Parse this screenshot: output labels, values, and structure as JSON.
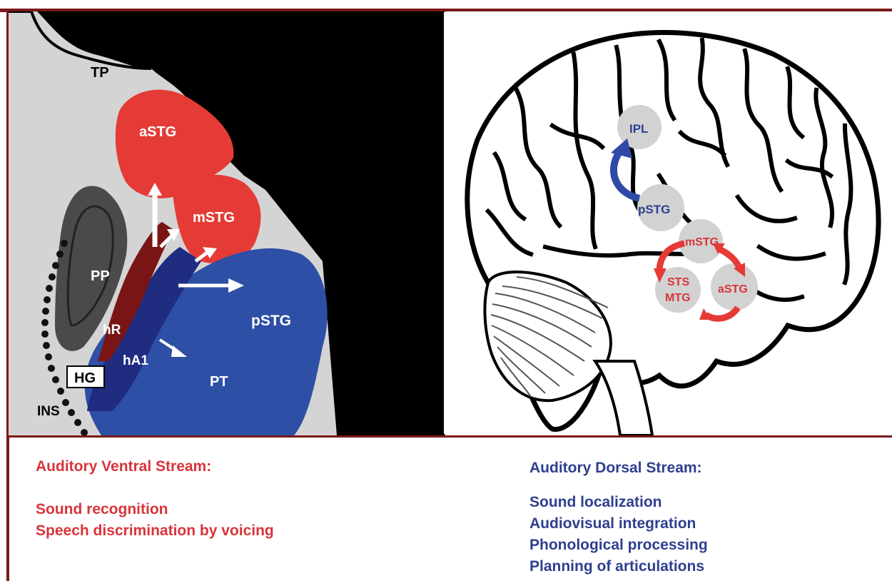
{
  "left_labels": {
    "tp": "TP",
    "astg": "aSTG",
    "mstg": "mSTG",
    "pp": "PP",
    "hr": "hR",
    "ha1": "hA1",
    "hg": "HG",
    "ins": "INS",
    "pstg": "pSTG",
    "pt": "PT"
  },
  "right_labels": {
    "ipl": "IPL",
    "pstg": "pSTG",
    "mstg": "mSTG",
    "sts": "STS",
    "mtg": "MTG",
    "astg": "aSTG"
  },
  "ventral": {
    "title": "Auditory Ventral Stream:",
    "items": [
      "Sound recognition",
      "Speech discrimination by voicing"
    ]
  },
  "dorsal": {
    "title": "Auditory Dorsal Stream:",
    "items": [
      "Sound localization",
      "Audiovisual integration",
      "Phonological processing",
      "Planning of articulations"
    ]
  },
  "colors": {
    "ventral_red": "#d8343b",
    "dorsal_blue": "#2e3f8f",
    "frame": "#7a1a1a",
    "stg_red": "#e53b36",
    "pt_blue": "#2d4fa5"
  }
}
